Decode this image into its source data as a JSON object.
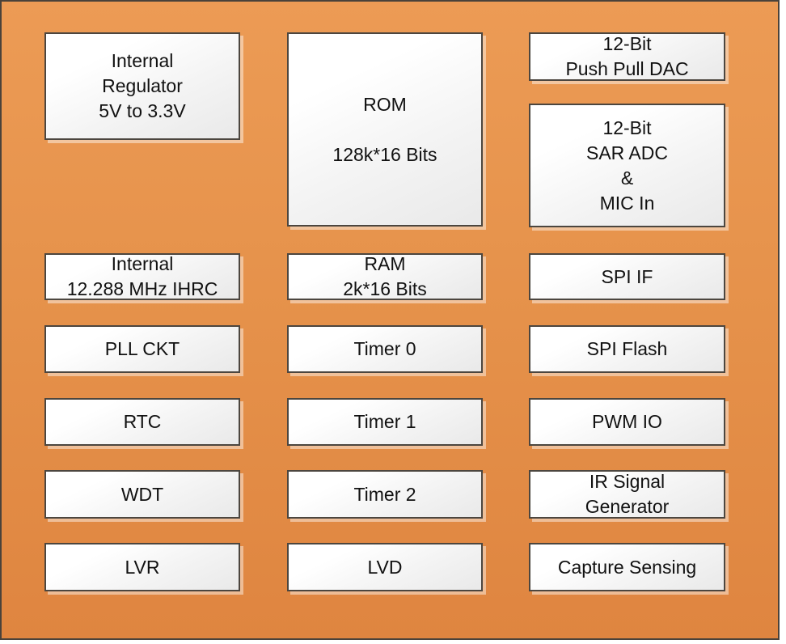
{
  "diagram_type": "block-diagram",
  "colors": {
    "background_orange_top": "#EC9B55",
    "background_orange_bottom": "#DF8540",
    "outer_border": "#4A423A",
    "box_border": "#4C463F",
    "box_fill_top": "#FFFFFF",
    "box_fill_bottom": "#E9E9E9",
    "box_shadow": "rgba(255,255,255,0.45)",
    "text": "#111111"
  },
  "blocks": {
    "internal_regulator": "Internal\nRegulator\n5V to 3.3V",
    "rom": "ROM\n\n128k*16 Bits",
    "push_pull_dac": "12-Bit\nPush Pull DAC",
    "sar_adc": "12-Bit\nSAR ADC\n&\nMIC In",
    "ihrc": "Internal\n12.288 MHz IHRC",
    "ram": "RAM\n2k*16 Bits",
    "spi_if": "SPI IF",
    "pll_ckt": "PLL CKT",
    "timer0": "Timer 0",
    "spi_flash": "SPI Flash",
    "rtc": "RTC",
    "timer1": "Timer 1",
    "pwm_io": "PWM IO",
    "wdt": "WDT",
    "timer2": "Timer 2",
    "ir_signal_generator": "IR Signal\nGenerator",
    "lvr": "LVR",
    "lvd": "LVD",
    "capture_sensing": "Capture Sensing"
  }
}
